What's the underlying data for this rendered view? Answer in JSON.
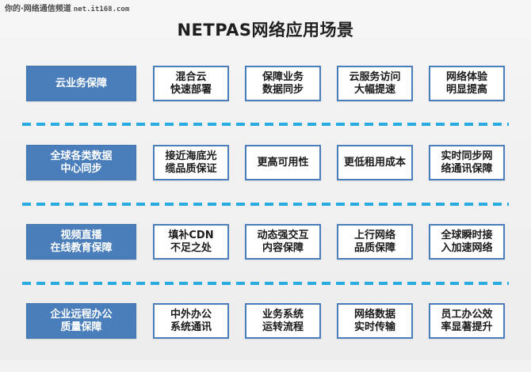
{
  "watermark": {
    "channel": "你的·网络通信频道",
    "url": "net.it168.com"
  },
  "page": {
    "title": "NETPAS网络应用场景",
    "background_color": "#f2f2f2",
    "accent_color": "#4a7ebb",
    "divider_color": "#29abe2",
    "header_text_color": "#ffffff",
    "item_text_color": "#1a1a1a"
  },
  "rows": [
    {
      "header": "云业务保障",
      "items": [
        "混合云\n快速部署",
        "保障业务\n数据同步",
        "云服务访问\n大幅提速",
        "网络体验\n明显提高"
      ]
    },
    {
      "header": "全球各类数据\n中心同步",
      "items": [
        "接近海底光\n缆品质保证",
        "更高可用性",
        "更低租用成本",
        "实时同步网\n络通讯保障"
      ]
    },
    {
      "header": "视频直播\n在线教育保障",
      "items": [
        "填补CDN\n不足之处",
        "动态强交互\n内容保障",
        "上行网络\n品质保障",
        "全球瞬时接\n入加速网络"
      ]
    },
    {
      "header": "企业远程办公\n质量保障",
      "items": [
        "中外办公\n系统通讯",
        "业务系统\n运转流程",
        "网络数据\n实时传输",
        "员工办公效\n率显著提升"
      ]
    }
  ]
}
